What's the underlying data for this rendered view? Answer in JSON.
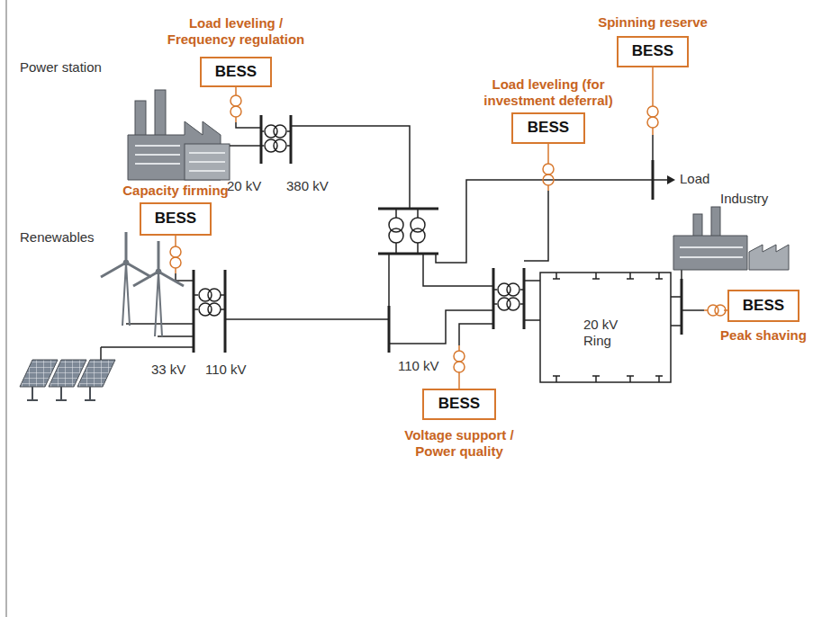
{
  "diagram": {
    "nodes": [
      {
        "text": [
          "Load leveling / Frequency regulation",
          "BESS"
        ]
      },
      {
        "text": [
          "Spinning reserve",
          "BESS"
        ]
      },
      {
        "text": [
          "Load leveling (for investment deferral)",
          "BESS"
        ]
      },
      {
        "text": [
          "Capacity firming",
          "BESS"
        ]
      },
      {
        "text": [
          "BESS",
          "Peak shaving"
        ]
      },
      {
        "text": [
          "BESS",
          "Voltage support / Power quality"
        ]
      }
    ],
    "labels": [
      "Power station",
      "20 kV",
      "380 kV",
      "Load",
      "Industry",
      "110 kV",
      "20 kV Ring",
      "Renewables",
      "33 kV",
      "110 kV"
    ]
  }
}
